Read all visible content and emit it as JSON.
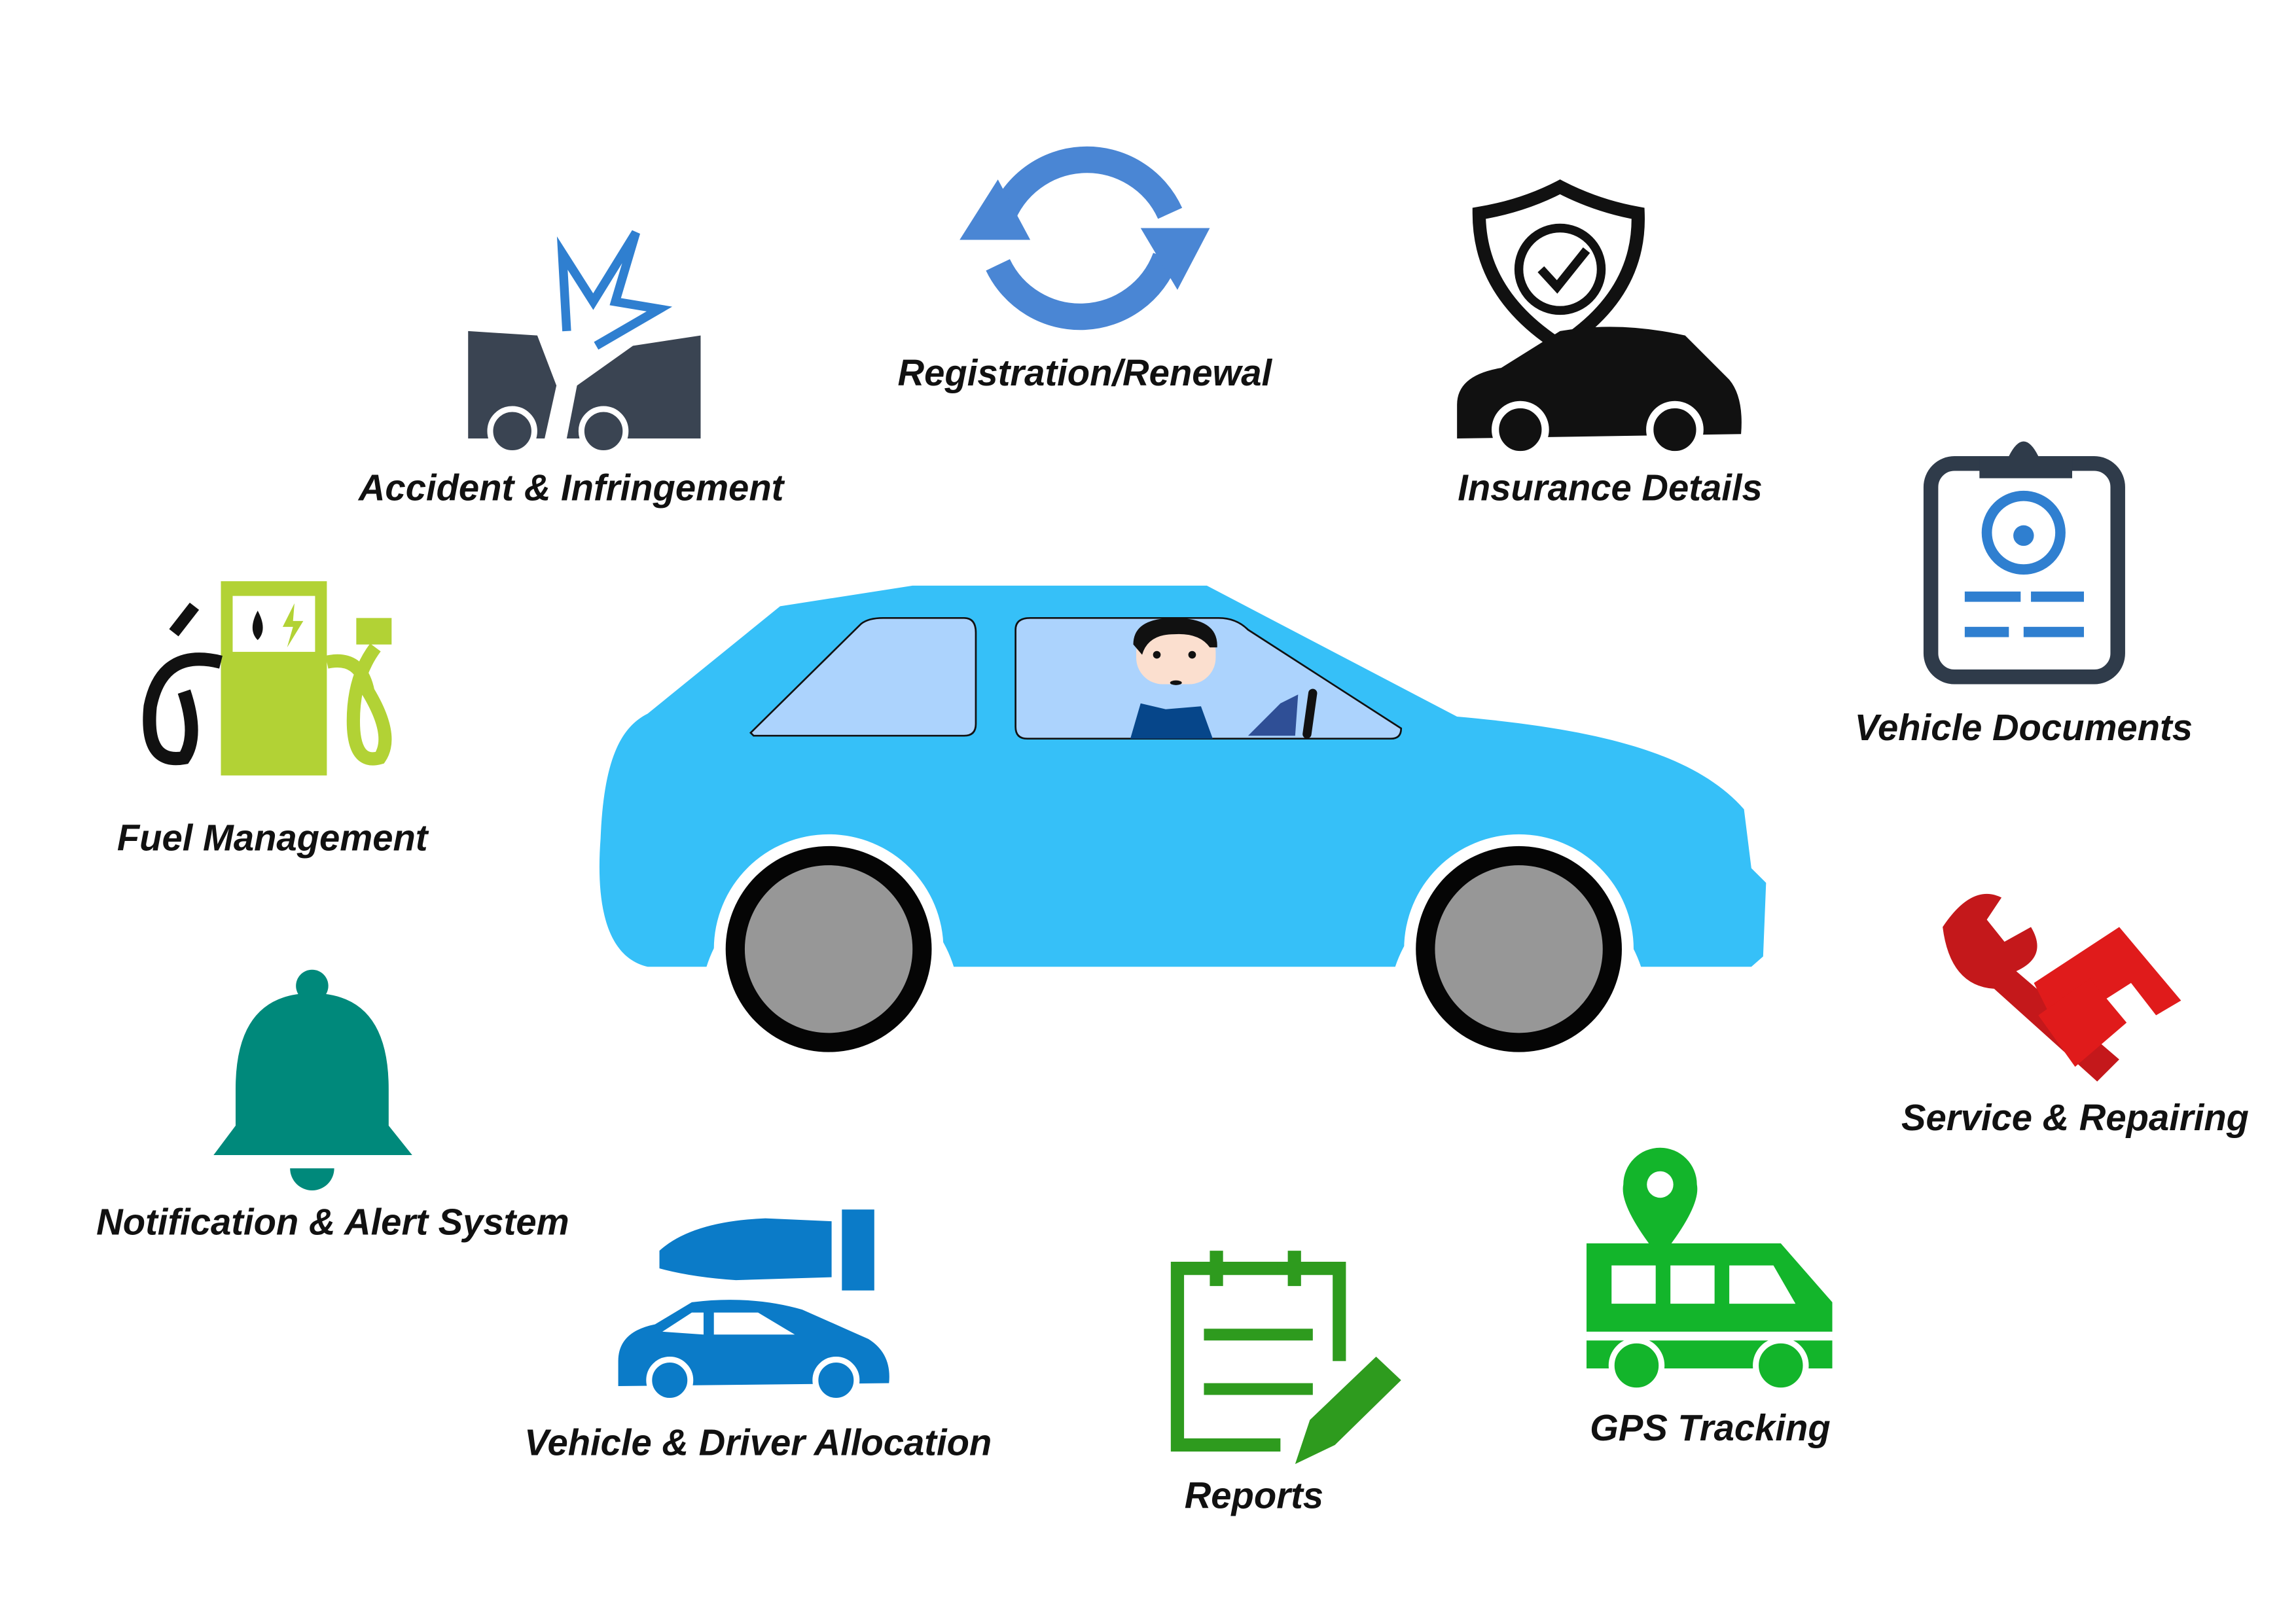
{
  "features": [
    {
      "id": "registration",
      "label": "Registration/Renewal",
      "icon": "sync-arrows-icon",
      "color": "#4a86d4"
    },
    {
      "id": "accident",
      "label": "Accident & Infringement",
      "icon": "car-crash-icon",
      "color": "#3a4452"
    },
    {
      "id": "insurance",
      "label": "Insurance Details",
      "icon": "shield-car-icon",
      "color": "#111111"
    },
    {
      "id": "documents",
      "label": "Vehicle Documents",
      "icon": "clipboard-steering-icon",
      "color": "#2f3b4a"
    },
    {
      "id": "fuel",
      "label": "Fuel Management",
      "icon": "fuel-pump-icon",
      "color": "#b2d235"
    },
    {
      "id": "service",
      "label": "Service & Repairing",
      "icon": "wrench-icon",
      "color": "#e01b1b"
    },
    {
      "id": "notification",
      "label": "Notification & Alert System",
      "icon": "bell-icon",
      "color": "#00897b"
    },
    {
      "id": "allocation",
      "label": "Vehicle & Driver Allocation",
      "icon": "hand-car-icon",
      "color": "#0b7bc8"
    },
    {
      "id": "reports",
      "label": "Reports",
      "icon": "notepad-pencil-icon",
      "color": "#2e9b1e"
    },
    {
      "id": "gps",
      "label": "GPS Tracking",
      "icon": "bus-location-icon",
      "color": "#13b52b"
    }
  ],
  "center": {
    "icon": "car-with-driver-icon",
    "color": "#36c0f8"
  }
}
